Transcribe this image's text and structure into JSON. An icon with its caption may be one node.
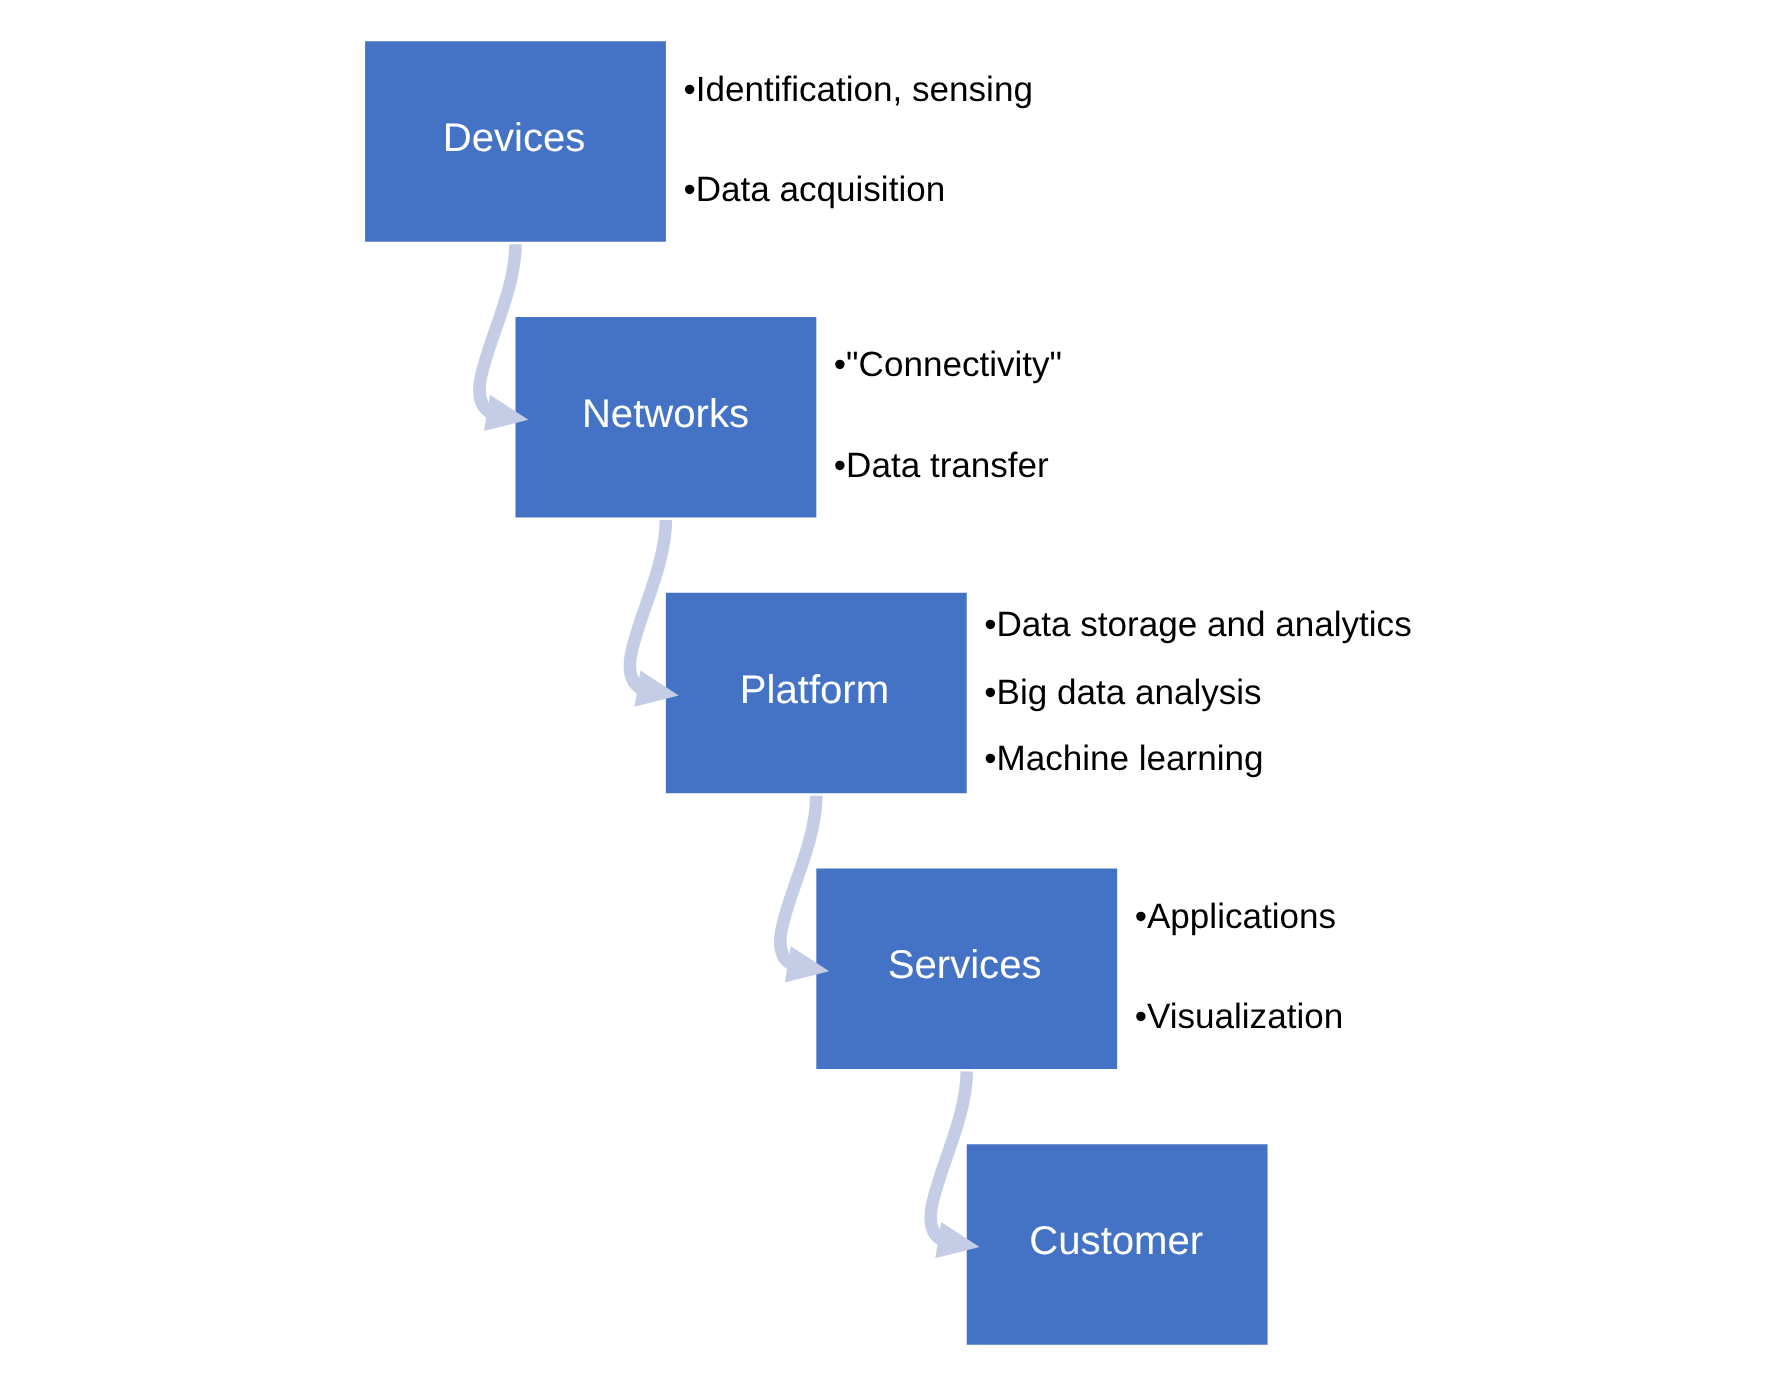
{
  "diagram": {
    "nodes": [
      {
        "text": [
          "Devices"
        ],
        "beside": [
          "•Identification, sensing",
          "•Data acquisition"
        ]
      },
      {
        "text": [
          "Networks"
        ],
        "beside": [
          "•\"Connectivity\"",
          "•Data transfer"
        ]
      },
      {
        "text": [
          "Platform"
        ],
        "beside": [
          "•Data storage and analytics",
          "•Big data analysis",
          "•Machine learning"
        ]
      },
      {
        "text": [
          "Services"
        ],
        "beside": [
          "•Applications",
          "•Visualization"
        ]
      },
      {
        "text": [
          "Customer"
        ]
      }
    ],
    "edges": [
      {
        "from": 0,
        "to": 1,
        "arrow": "to"
      },
      {
        "from": 1,
        "to": 2,
        "arrow": "to"
      },
      {
        "from": 2,
        "to": 3,
        "arrow": "to"
      },
      {
        "from": 3,
        "to": 4,
        "arrow": "to"
      }
    ]
  }
}
